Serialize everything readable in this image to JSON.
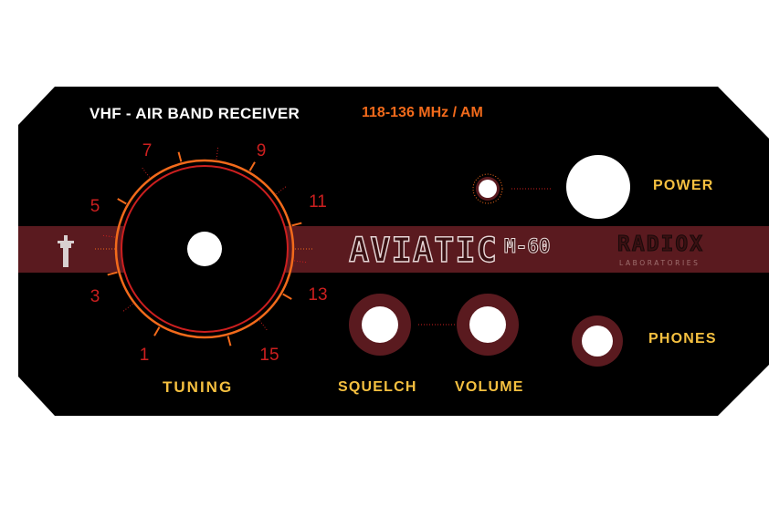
{
  "panel": {
    "title": "VHF - AIR BAND RECEIVER",
    "frequency_range": "118-136 MHz / AM",
    "brand": "AVIATIC",
    "model": "M-60",
    "manufacturer": "RADIOX",
    "manufacturer_sub": "LABORATORIES"
  },
  "labels": {
    "tuning": "TUNING",
    "squelch": "SQUELCH",
    "volume": "VOLUME",
    "power": "POWER",
    "phones": "PHONES"
  },
  "dial": {
    "scale": [
      "1",
      "3",
      "5",
      "7",
      "9",
      "11",
      "13",
      "15"
    ]
  },
  "colors": {
    "panel_bg": "#000000",
    "stripe": "#5a1a1f",
    "accent_orange": "#f26a1b",
    "label_yellow": "#f5c040",
    "dial_red": "#cc1f1f",
    "knob_ring": "#5a1a1f"
  },
  "icons": {
    "stripe_left": "control-tower-icon"
  }
}
